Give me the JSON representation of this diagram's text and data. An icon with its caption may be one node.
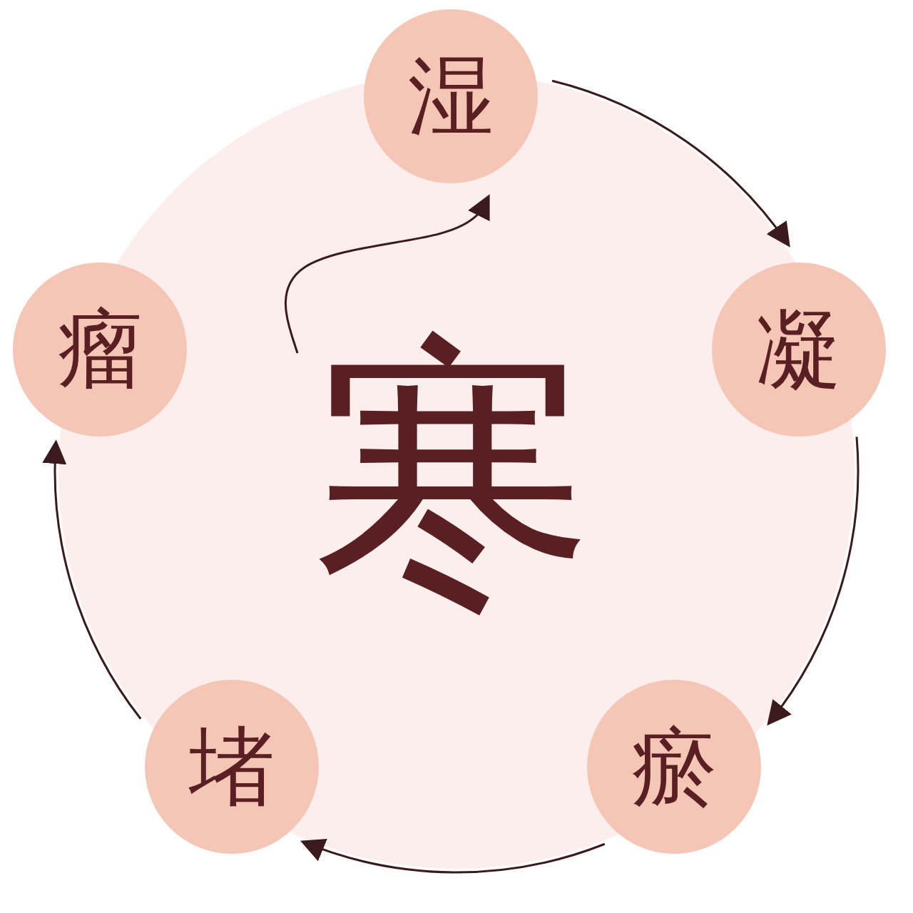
{
  "diagram": {
    "nodes": [
      {
        "text": [
          "寒"
        ]
      },
      {
        "text": [
          "湿"
        ]
      },
      {
        "text": [
          "凝"
        ]
      },
      {
        "text": [
          "瘀"
        ]
      },
      {
        "text": [
          "堵"
        ]
      },
      {
        "text": [
          "瘤"
        ]
      }
    ],
    "edges": [
      {
        "from": 0,
        "to": 1,
        "arrow": "to"
      },
      {
        "from": 1,
        "to": 2,
        "arrow": "to"
      },
      {
        "from": 2,
        "to": 3,
        "arrow": "to"
      },
      {
        "from": 3,
        "to": 4,
        "arrow": "to"
      },
      {
        "from": 4,
        "to": 5,
        "arrow": "to"
      }
    ]
  }
}
